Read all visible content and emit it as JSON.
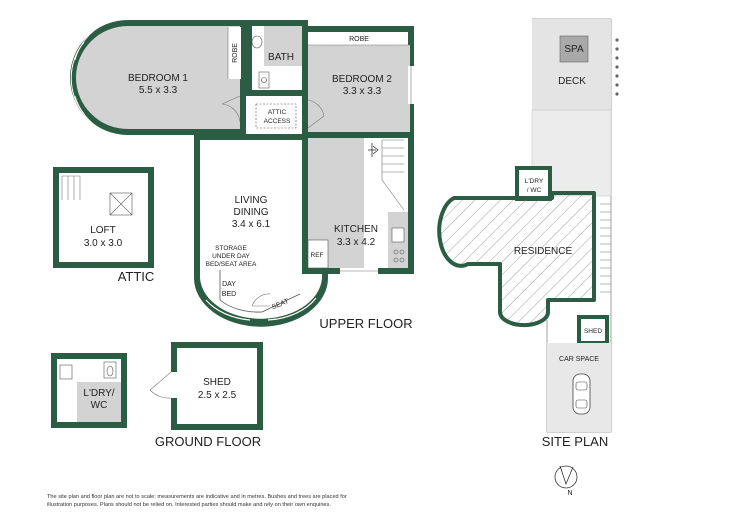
{
  "upper_floor": {
    "title": "UPPER FLOOR",
    "bedroom1": {
      "name": "BEDROOM 1",
      "dims": "5.5 x 3.3"
    },
    "robe_side": "ROBE",
    "bath": "BATH",
    "bedroom2": {
      "name": "BEDROOM 2",
      "dims": "3.3 x 3.3"
    },
    "robe_top": "ROBE",
    "attic_access": [
      "ATTIC",
      "ACCESS"
    ],
    "living": {
      "name": [
        "LIVING",
        "DINING"
      ],
      "dims": "3.4 x 6.1"
    },
    "storage": [
      "STORAGE",
      "UNDER DAY",
      "BED/SEAT AREA"
    ],
    "day_bed": [
      "DAY",
      "BED"
    ],
    "seat": "SEAT",
    "kitchen": {
      "name": "KITCHEN",
      "dims": "3.3 x 4.2"
    },
    "ref": "REF"
  },
  "attic": {
    "title": "ATTIC",
    "loft": {
      "name": "LOFT",
      "dims": "3.0 x 3.0"
    }
  },
  "ground_floor": {
    "title": "GROUND FLOOR",
    "laundry": [
      "L'DRY/",
      "WC"
    ],
    "shed": {
      "name": "SHED",
      "dims": "2.5 x 2.5"
    }
  },
  "site_plan": {
    "title": "SITE PLAN",
    "spa": "SPA",
    "deck": "DECK",
    "laundry": [
      "L'DRY",
      "/ WC"
    ],
    "residence": "RESIDENCE",
    "shed": "SHED",
    "car_space": "CAR SPACE",
    "north": "N"
  },
  "disclaimer": "The site plan and floor plan are not to scale; measurements are indicative and in metres. Bushes and trees are placed for illustration purposes. Plans should not be relied on. Interested parties should make and rely on their own enquiries.",
  "colors": {
    "wall": "#2b5d44",
    "floor_grey": "#d3d3d3",
    "background": "#ffffff"
  }
}
